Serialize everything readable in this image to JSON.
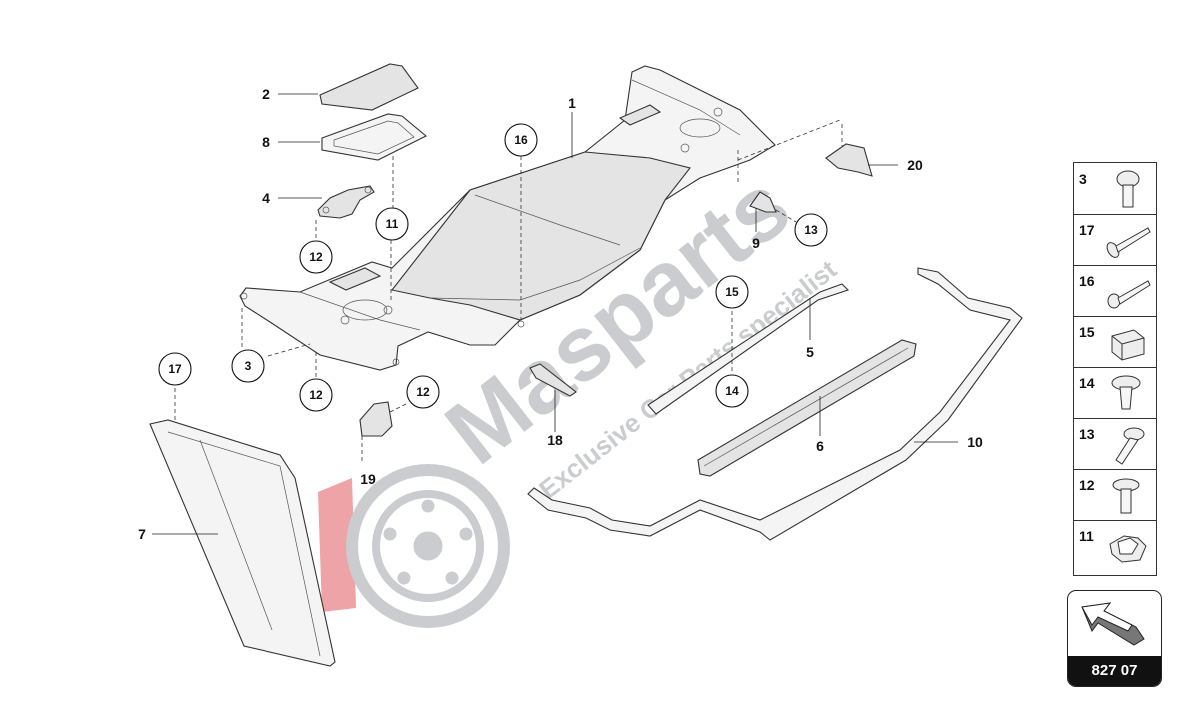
{
  "watermark": {
    "brand": "Masparts",
    "tagline": "Exclusive Car Parts specialist",
    "brand_color": "#9ea3a8",
    "accent_color": "#e0585e"
  },
  "callouts": [
    {
      "id": "1",
      "circled": false
    },
    {
      "id": "2",
      "circled": false
    },
    {
      "id": "8",
      "circled": false
    },
    {
      "id": "4",
      "circled": false
    },
    {
      "id": "16",
      "circled": true
    },
    {
      "id": "11",
      "circled": true
    },
    {
      "id": "12",
      "circled": true
    },
    {
      "id": "3",
      "circled": true
    },
    {
      "id": "12",
      "circled": true
    },
    {
      "id": "17",
      "circled": true
    },
    {
      "id": "12",
      "circled": true
    },
    {
      "id": "19",
      "circled": false
    },
    {
      "id": "7",
      "circled": false
    },
    {
      "id": "18",
      "circled": false
    },
    {
      "id": "15",
      "circled": true
    },
    {
      "id": "14",
      "circled": true
    },
    {
      "id": "5",
      "circled": false
    },
    {
      "id": "6",
      "circled": false
    },
    {
      "id": "9",
      "circled": false
    },
    {
      "id": "13",
      "circled": true
    },
    {
      "id": "20",
      "circled": false
    },
    {
      "id": "10",
      "circled": false
    }
  ],
  "legend": [
    {
      "num": "3",
      "icon": "round-head-bolt-icon"
    },
    {
      "num": "17",
      "icon": "long-flange-bolt-icon"
    },
    {
      "num": "16",
      "icon": "long-bolt-icon"
    },
    {
      "num": "15",
      "icon": "clip-nut-icon"
    },
    {
      "num": "14",
      "icon": "rivet-screw-icon"
    },
    {
      "num": "13",
      "icon": "washer-bolt-icon"
    },
    {
      "num": "12",
      "icon": "flange-bolt-icon"
    },
    {
      "num": "11",
      "icon": "spring-clip-icon"
    }
  ],
  "reference": {
    "code": "827 07",
    "icon": "direction-arrow-icon"
  }
}
